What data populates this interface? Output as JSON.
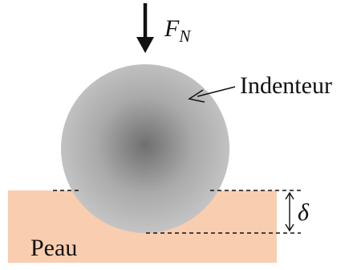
{
  "labels": {
    "force_symbol": "F",
    "force_subscript": "N",
    "indenter": "Indenteur",
    "depth_symbol": "δ",
    "skin": "Peau"
  },
  "colors": {
    "skin_fill": "#f9cdb0",
    "indenter_center": "#6f6f6f",
    "indenter_mid": "#aaaaaa",
    "indenter_edge": "#c4c4c4",
    "line": "#111111"
  }
}
